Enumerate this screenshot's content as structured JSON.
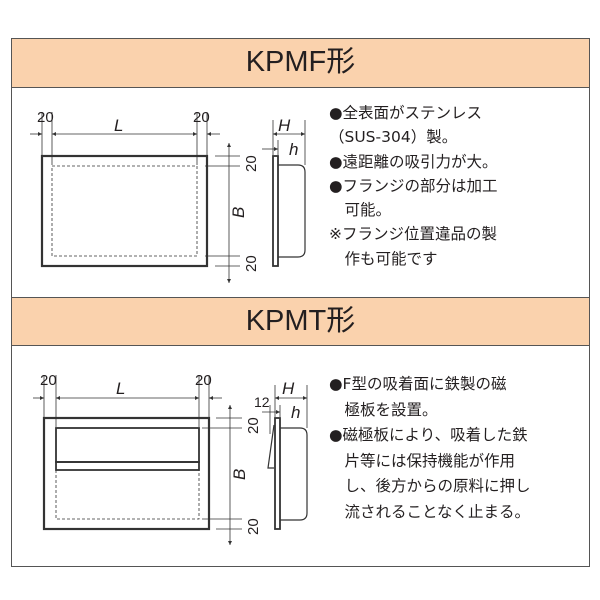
{
  "sections": [
    {
      "title": "KPMF形",
      "dims": {
        "left_margin": "20",
        "right_margin": "20",
        "length": "L",
        "top_margin": "20",
        "bottom_margin": "20",
        "breadth": "B",
        "height": "H",
        "inner_height": "h"
      },
      "notes": [
        "●全表面がステンレス",
        "（SUS-304）製。",
        "●遠距離の吸引力が大。",
        "●フランジの部分は加工",
        "　可能。",
        "※フランジ位置違品の製",
        "　作も可能です"
      ]
    },
    {
      "title": "KPMT形",
      "dims": {
        "left_margin": "20",
        "right_margin": "20",
        "length": "L",
        "top_margin": "20",
        "bottom_margin": "20",
        "breadth": "B",
        "height": "H",
        "inner_height": "h",
        "plate": "12"
      },
      "notes": [
        "●F型の吸着面に鉄製の磁",
        "　極板を設置。",
        "●磁極板により、吸着した鉄",
        "　片等には保持機能が作用",
        "　し、後方からの原料に押し",
        "　流されることなく止まる。"
      ]
    }
  ]
}
